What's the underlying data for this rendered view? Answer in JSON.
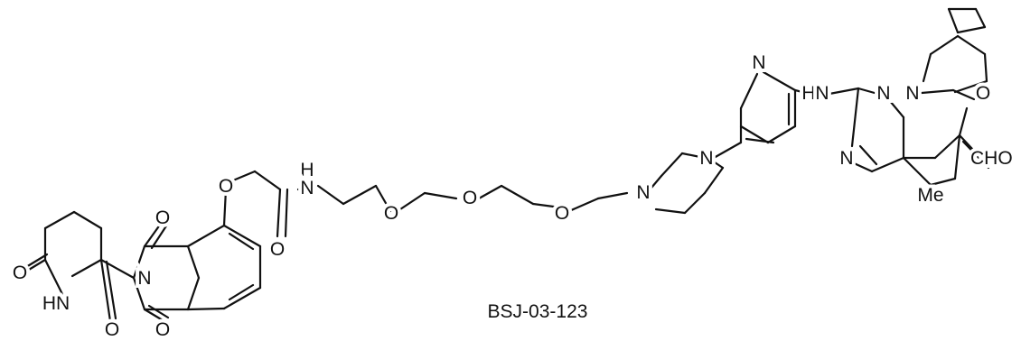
{
  "compound": {
    "name": "BSJ-03-123"
  },
  "atom_labels": {
    "ox_glut_a": "O",
    "nh_glut": "HN",
    "ox_glut_b": "O",
    "ox_phth_top": "O",
    "n_phth": "N",
    "ox_phth_bot": "O",
    "o_aryl_ether": "O",
    "ox_amide": "O",
    "nh_amide": "H",
    "n_amide": "N",
    "o_peg_1": "O",
    "o_peg_2": "O",
    "o_peg_3": "O",
    "n_pip_lower": "N",
    "n_pip_upper": "N",
    "n_pyridine": "N",
    "nh_link": "H",
    "n_link": "N",
    "n_pyrim_1": "N",
    "n_pyrim_3": "N",
    "n_pyrido": "N",
    "ox_lactam": "O",
    "cho": "CHO",
    "methyl": "Me"
  }
}
